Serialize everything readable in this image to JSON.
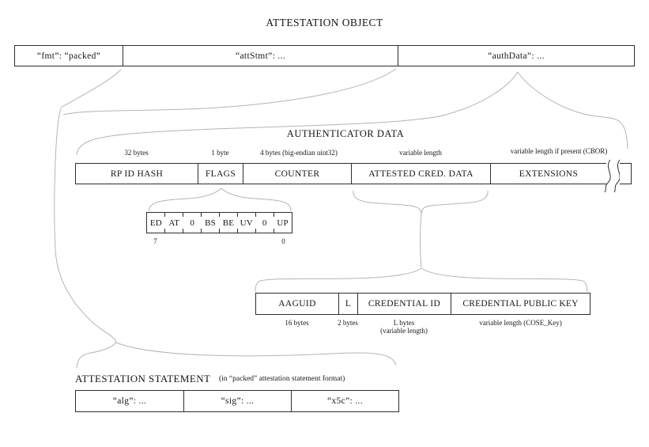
{
  "title": "ATTESTATION OBJECT",
  "attestation_object_row": {
    "cells": [
      {
        "label": "“fmt”: “packed”"
      },
      {
        "label": "“attStmt”: ..."
      },
      {
        "label": "“authData”: ..."
      }
    ]
  },
  "authenticator_data": {
    "heading": "AUTHENTICATOR DATA",
    "fields": [
      {
        "size": "32 bytes",
        "label": "RP ID HASH"
      },
      {
        "size": "1 byte",
        "label": "FLAGS"
      },
      {
        "size": "4 bytes (big-endian uint32)",
        "label": "COUNTER"
      },
      {
        "size": "variable length",
        "label": "ATTESTED CRED. DATA"
      },
      {
        "size": "variable length if present (CBOR)",
        "label": "EXTENSIONS"
      }
    ]
  },
  "flags": {
    "bits": [
      "ED",
      "AT",
      "0",
      "BS",
      "BE",
      "UV",
      "0",
      "UP"
    ],
    "msb": "7",
    "lsb": "0"
  },
  "attested_credential_data": {
    "fields": [
      {
        "label": "AAGUID",
        "size": "16 bytes"
      },
      {
        "label": "L",
        "size": "2 bytes"
      },
      {
        "label": "CREDENTIAL ID",
        "size": "L bytes",
        "size2": "(variable length)"
      },
      {
        "label": "CREDENTIAL PUBLIC KEY",
        "size": "variable length (COSE_Key)"
      }
    ]
  },
  "attestation_statement": {
    "heading": "ATTESTATION STATEMENT",
    "subheading": "(in “packed” attestation statement format)",
    "cells": [
      {
        "label": "“alg”: ..."
      },
      {
        "label": "“sig”: ..."
      },
      {
        "label": "“x5c”: ..."
      }
    ]
  },
  "colors": {
    "connector_line": "#b4b4b4",
    "box_border": "#2e2e2e",
    "text": "#171717",
    "background": "#ffffff"
  }
}
